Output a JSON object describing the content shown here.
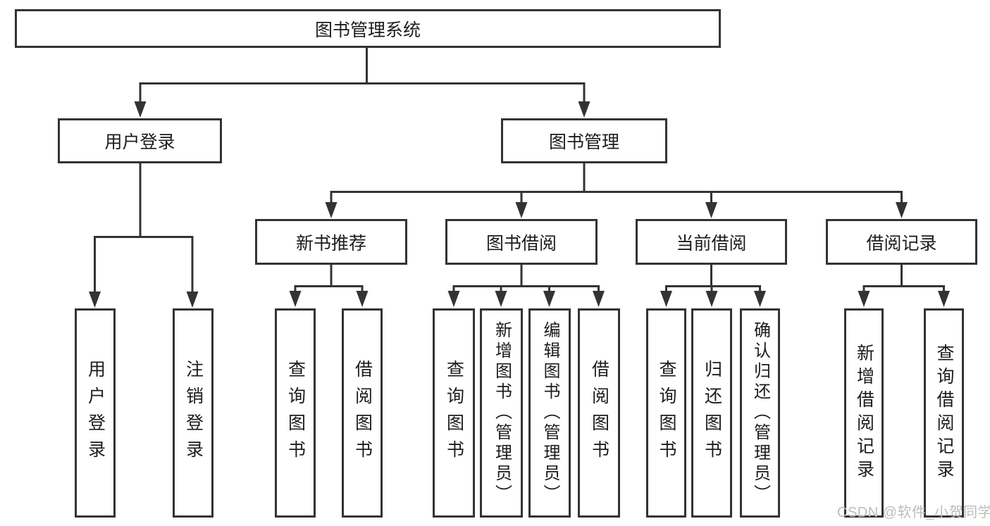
{
  "root": {
    "label": "图书管理系统"
  },
  "level2": [
    {
      "label": "用户登录"
    },
    {
      "label": "图书管理"
    }
  ],
  "level3": [
    {
      "label": "新书推荐"
    },
    {
      "label": "图书借阅"
    },
    {
      "label": "当前借阅"
    },
    {
      "label": "借阅记录"
    }
  ],
  "leaves": {
    "user_login": [
      {
        "label": "用户登录"
      },
      {
        "label": "注销登录"
      }
    ],
    "new_book": [
      {
        "label": "查询图书"
      },
      {
        "label": "借阅图书"
      }
    ],
    "book_borrow": [
      {
        "label": "查询图书"
      },
      {
        "label": "新增图书（管理员）"
      },
      {
        "label": "编辑图书（管理员）"
      },
      {
        "label": "借阅图书"
      }
    ],
    "current_borrow": [
      {
        "label": "查询图书"
      },
      {
        "label": "归还图书"
      },
      {
        "label": "确认归还（管理员）"
      }
    ],
    "borrow_record": [
      {
        "label": "新增借阅记录"
      },
      {
        "label": "查询借阅记录"
      }
    ]
  },
  "watermark": "CSDN @软件_小贺同学",
  "colors": {
    "line": "#333333",
    "text": "#1c1c1c",
    "watermark": "#bcbcbc",
    "background": "#ffffff"
  }
}
